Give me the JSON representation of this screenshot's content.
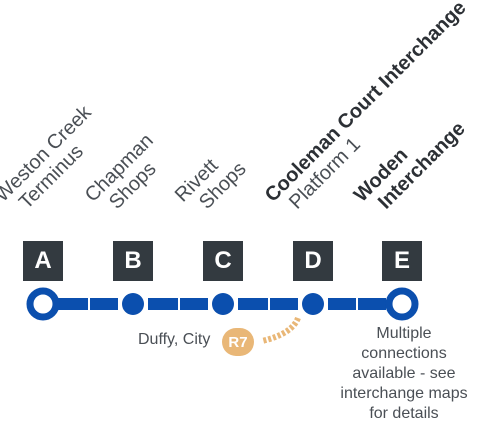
{
  "stops": [
    {
      "letter": "A",
      "line1": "Weston Creek",
      "line2": "Terminus"
    },
    {
      "letter": "B",
      "line1": "Chapman",
      "line2": "Shops"
    },
    {
      "letter": "C",
      "line1": "Rivett",
      "line2": "Shops"
    },
    {
      "letter": "D",
      "line1": "Cooleman Court Interchange",
      "line2": "Platform 1"
    },
    {
      "letter": "E",
      "line1": "Woden",
      "line2": "Interchange"
    }
  ],
  "connection": {
    "label": "Duffy, City",
    "route": "R7"
  },
  "terminal_note": "Multiple connections available - see interchange maps for details",
  "colors": {
    "line": "#0b4fae",
    "connection": "#e9b777",
    "letter_box": "#333a40"
  }
}
